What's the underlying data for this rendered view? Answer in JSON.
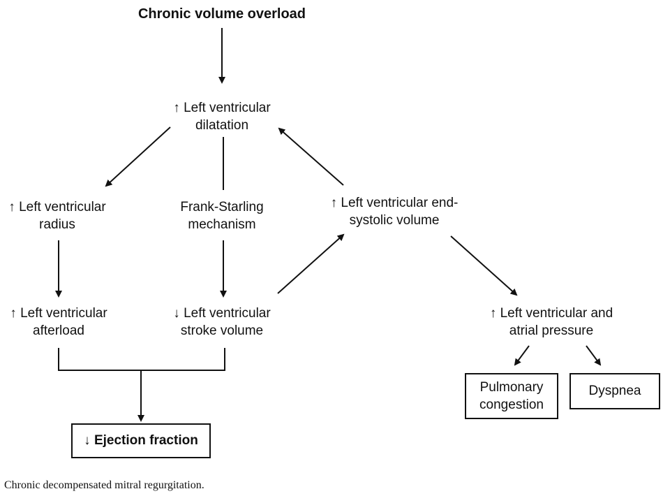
{
  "nodes": {
    "chronic_volume_overload": {
      "line1": "Chronic volume overload"
    },
    "lv_dilatation": {
      "arrow": "↑",
      "line1": " Left ventricular",
      "line2": "dilatation"
    },
    "lv_radius": {
      "arrow": "↑",
      "line1": " Left ventricular",
      "line2": "radius"
    },
    "frank_starling": {
      "line1": "Frank-Starling",
      "line2": "mechanism"
    },
    "lv_end_systolic_volume": {
      "arrow": "↑",
      "line1": " Left  ventricular end-",
      "line2": "systolic volume"
    },
    "lv_afterload": {
      "arrow": "↑",
      "line1": " Left ventricular",
      "line2": "afterload"
    },
    "lv_stroke_volume": {
      "arrow": "↓",
      "line1": " Left ventricular",
      "line2": "stroke volume"
    },
    "lv_atrial_pressure": {
      "arrow": "↑",
      "line1": " Left ventricular and",
      "line2": "atrial pressure"
    },
    "pulmonary_congestion": {
      "line1": "Pulmonary",
      "line2": "congestion"
    },
    "dyspnea": {
      "line1": "Dyspnea"
    },
    "ejection_fraction": {
      "arrow": "↓",
      "line1": " Ejection fraction"
    }
  },
  "caption": "Chronic decompensated mitral regurgitation."
}
